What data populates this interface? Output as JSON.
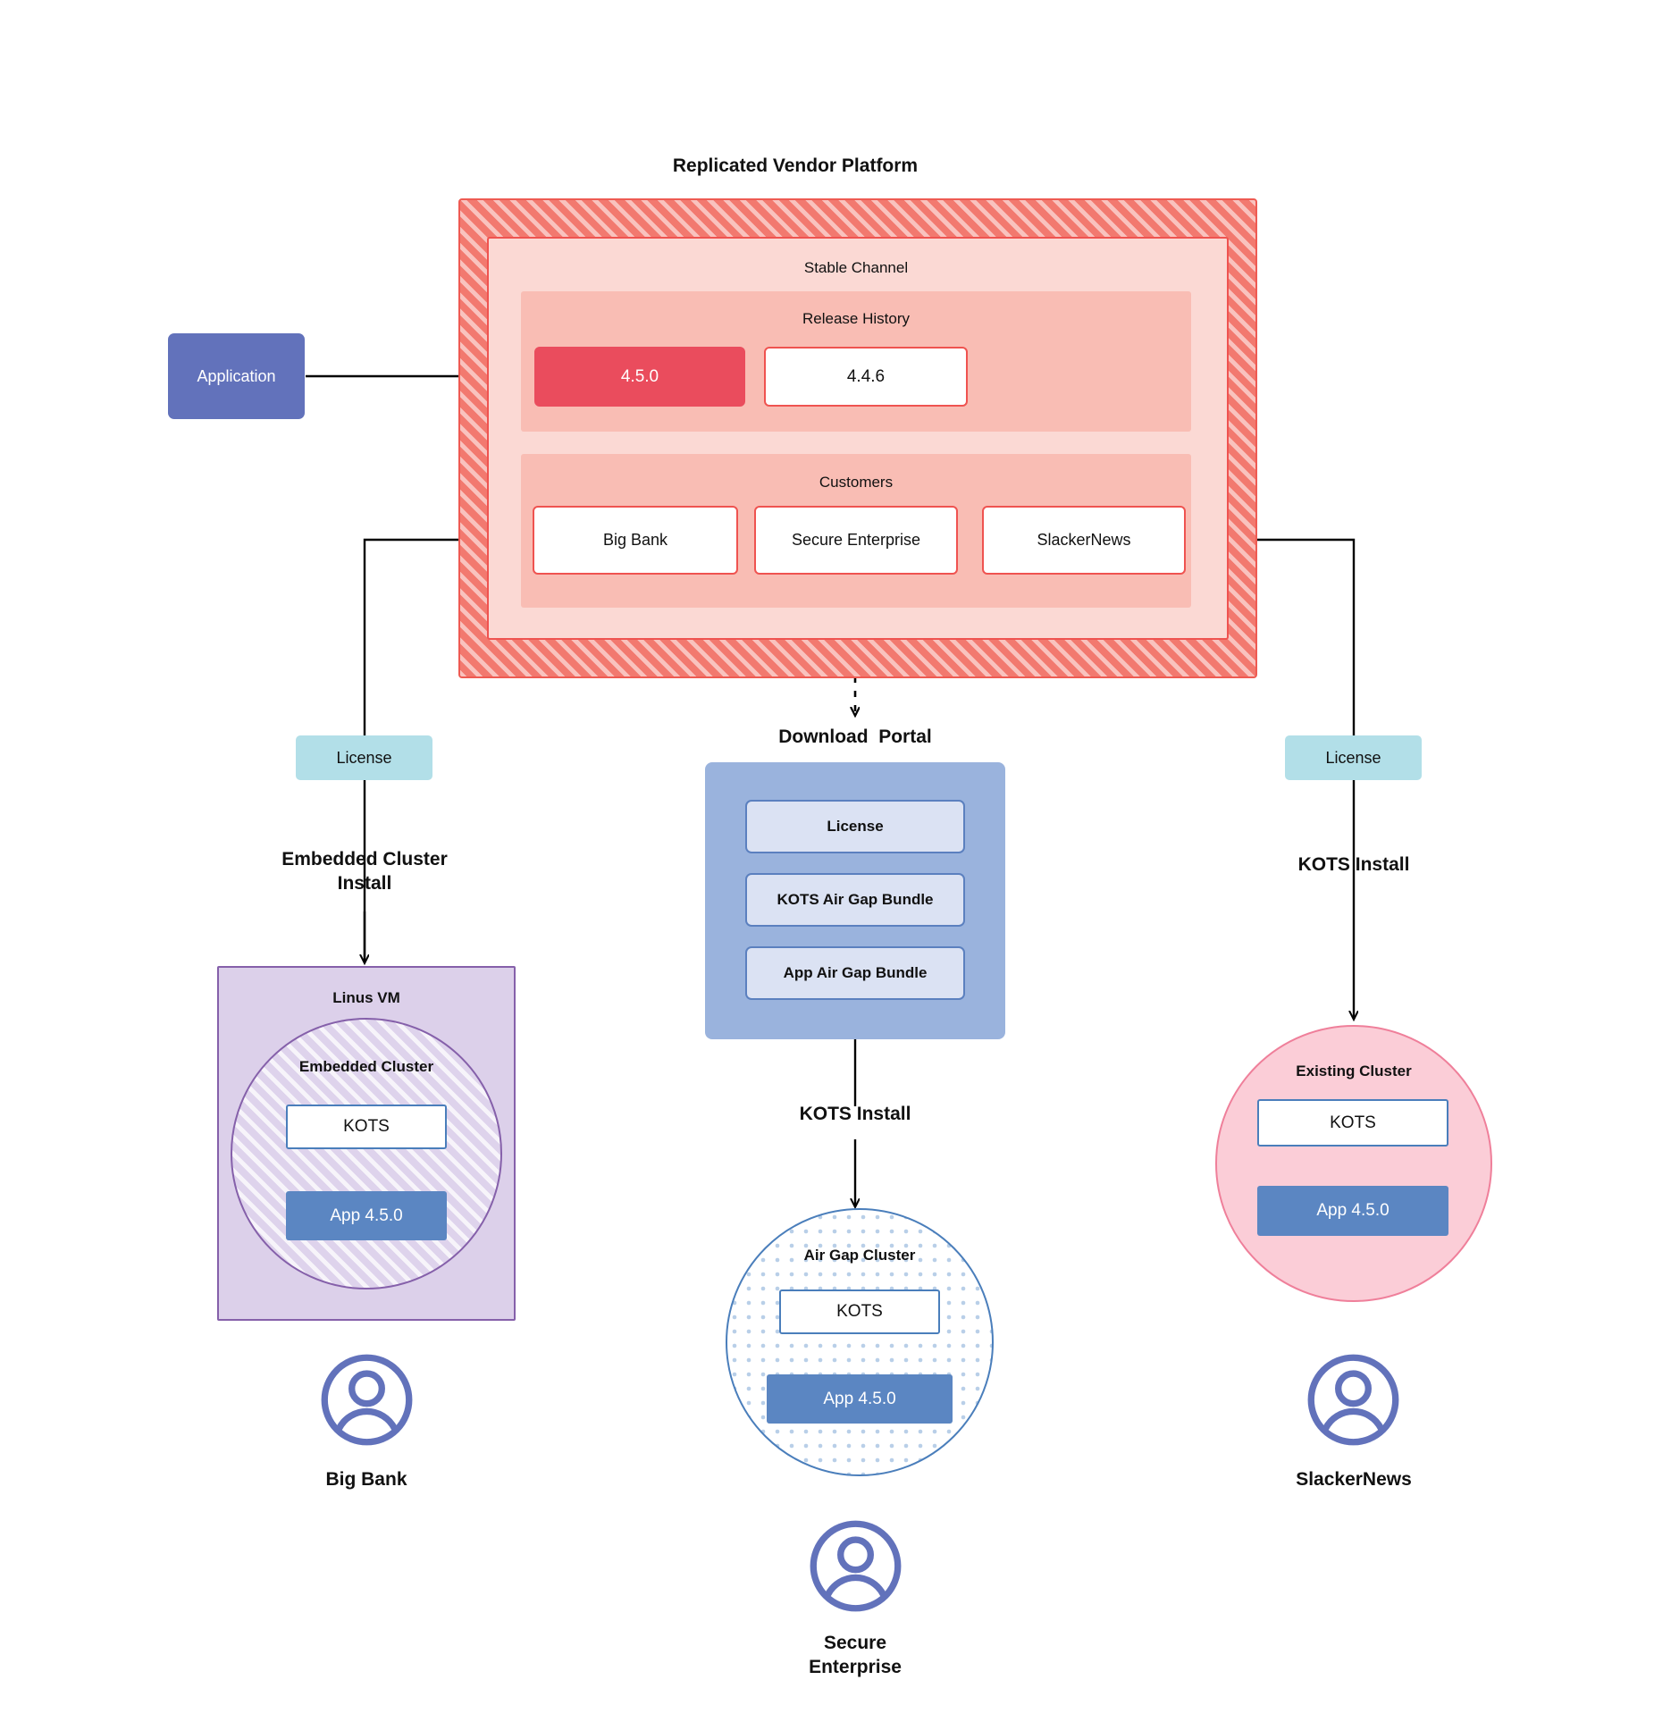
{
  "diagram": {
    "title": "Replicated Vendor Platform",
    "platform": {
      "label": "Replicated Vendor Platform",
      "channel": {
        "label": "Stable Channel",
        "release_history": {
          "label": "Release History",
          "releases": [
            {
              "version": "4.5.0",
              "state": "active"
            },
            {
              "version": "4.4.6",
              "state": "previous"
            }
          ]
        },
        "customers": {
          "label": "Customers",
          "items": [
            {
              "name": "Big Bank"
            },
            {
              "name": "Secure\nEnterprise"
            },
            {
              "name": "SlackerNews"
            }
          ]
        }
      }
    },
    "application": {
      "label": "Application"
    },
    "licenses": [
      {
        "label": "License"
      },
      {
        "label": "License"
      }
    ],
    "edge_labels": {
      "embedded_install": "Embedded Cluster\nInstall",
      "kots_install_right": "KOTS Install",
      "kots_install_center": "KOTS Install"
    },
    "download_portal": {
      "title": "Download  Portal",
      "items": [
        {
          "label": "License"
        },
        {
          "label": "KOTS Air Gap Bundle"
        },
        {
          "label": "App Air Gap Bundle"
        }
      ]
    },
    "targets": {
      "left": {
        "vm_label": "Linus VM",
        "cluster_label": "Embedded Cluster",
        "kots_label": "KOTS",
        "app_label": "App 4.5.0",
        "customer_label": "Big Bank",
        "avatar_icon": "user-avatar-icon"
      },
      "center": {
        "cluster_label": "Air Gap Cluster",
        "kots_label": "KOTS",
        "app_label": "App 4.5.0",
        "customer_label": "Secure\nEnterprise",
        "avatar_icon": "user-avatar-icon"
      },
      "right": {
        "cluster_label": "Existing Cluster",
        "kots_label": "KOTS",
        "app_label": "App 4.5.0",
        "customer_label": "SlackerNews",
        "avatar_icon": "user-avatar-icon"
      }
    },
    "colors": {
      "platform_hatch": "#f2796f",
      "platform_border": "#ee5a52",
      "channel_fill": "#fbd9d4",
      "subsection_fill": "#f9bdb4",
      "release_active": "#ea4c5d",
      "customer_border": "#ef5350",
      "application_fill": "#6272bb",
      "license_fill": "#b2dfe8",
      "portal_fill": "#9ab3dd",
      "portal_item_fill": "#dbe2f3",
      "vm_fill": "#dcd0ea",
      "vm_border": "#8560aa",
      "airgap_border": "#4a7ebb",
      "existing_fill": "#fbcdd7",
      "existing_border": "#ef7f9a",
      "app_version_fill": "#5b86c2",
      "avatar_color": "#6272bb",
      "connector": "#000000"
    }
  }
}
